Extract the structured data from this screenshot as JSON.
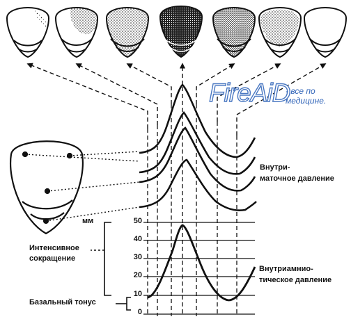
{
  "labels": {
    "intrauterine_pressure": [
      "Внутри-",
      "маточное давление"
    ],
    "intra_amniotic_pressure": [
      "Внутриамнио-",
      "тическое давление"
    ],
    "units": "мм",
    "intense_contraction": [
      "Интенсивное",
      "сокращение"
    ],
    "basal_tone": "Базальный тонус"
  },
  "scale": {
    "ticks": [
      "50",
      "40",
      "30",
      "20",
      "10",
      "0"
    ]
  },
  "watermark": {
    "brand": "FireAiD",
    "tagline": [
      "- все по",
      "медицине."
    ],
    "colors": {
      "brand": "#4a78c2",
      "tagline": "#2f63b8"
    }
  },
  "colors": {
    "ink": "#111111",
    "background": "#ffffff"
  }
}
